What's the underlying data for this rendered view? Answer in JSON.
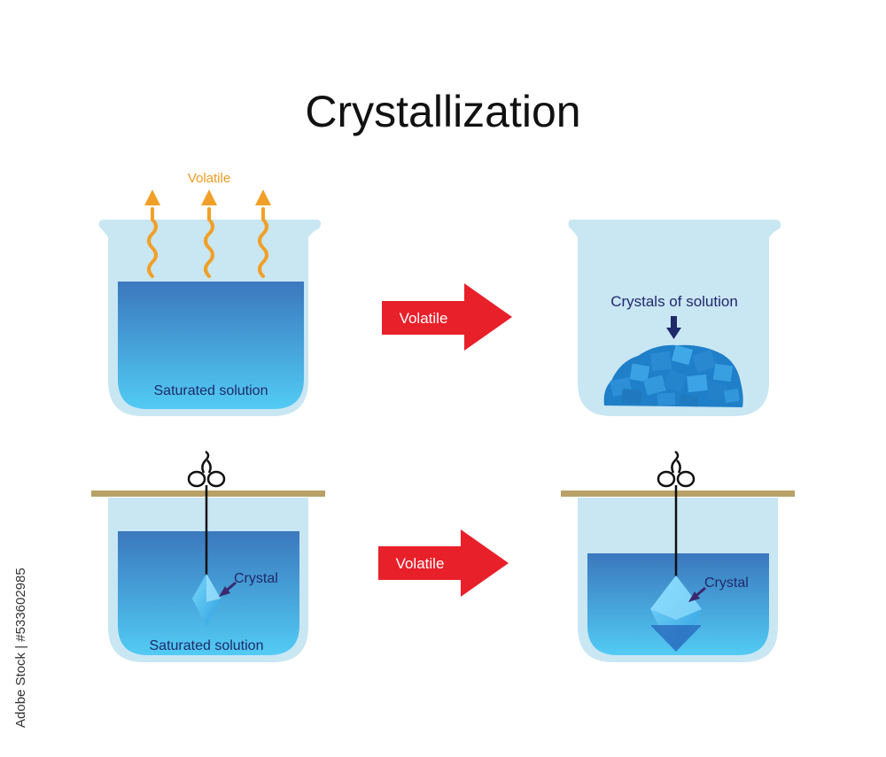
{
  "title": "Crystallization",
  "evaporation_label": "Volatile",
  "process_arrows": [
    {
      "label": "Volatile"
    },
    {
      "label": "Volatile"
    }
  ],
  "beakers": {
    "top_left": {
      "label": "Saturated solution"
    },
    "top_right": {
      "label": "Crystals of solution"
    },
    "bottom_left": {
      "label": "Saturated solution",
      "crystal_label": "Crystal"
    },
    "bottom_right": {
      "crystal_label": "Crystal"
    }
  },
  "stock_id": "Adobe Stock | #533602985",
  "colors": {
    "beaker_glass": "#c9e6f3",
    "solution_top": "#3f7fc0",
    "solution_bottom": "#4fc8f2",
    "arrow": "#e8202a",
    "vapor": "#f0a028",
    "label": "#1f2a6b",
    "rod": "#b9a067"
  }
}
